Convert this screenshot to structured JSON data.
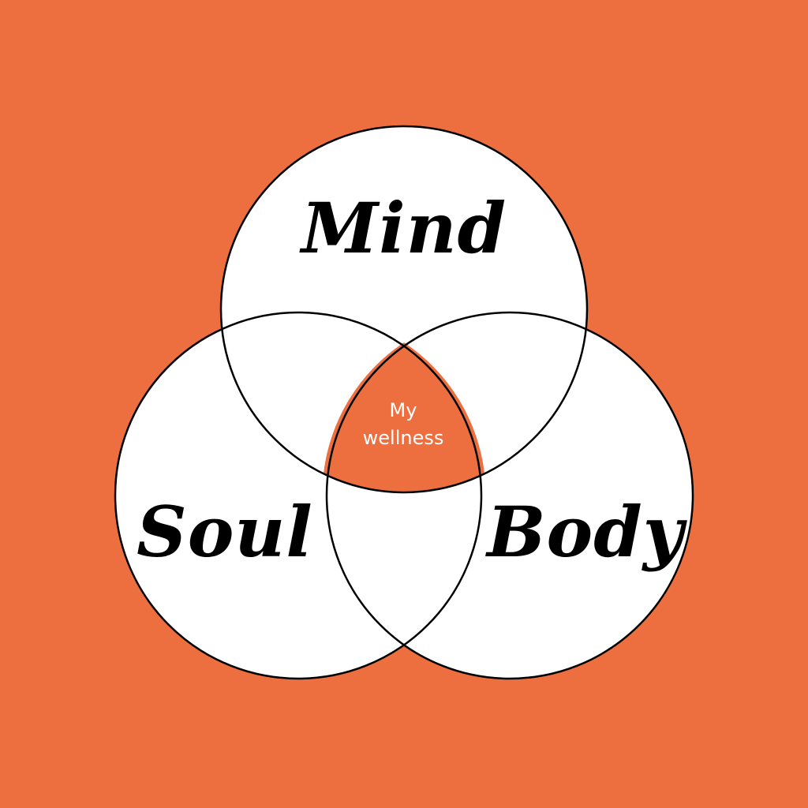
{
  "colors": {
    "background": "#ed6f3f",
    "circle_fill": "#ffffff",
    "circle_stroke": "#000000",
    "center_fill": "#ed6f3f",
    "center_text": "#ffffff",
    "label_text": "#000000"
  },
  "diagram": {
    "type": "venn",
    "circles": {
      "top": {
        "label": "Mind"
      },
      "left": {
        "label": "Soul"
      },
      "right": {
        "label": "Body"
      }
    },
    "intersection": {
      "line1": "My",
      "line2": "wellness"
    }
  }
}
